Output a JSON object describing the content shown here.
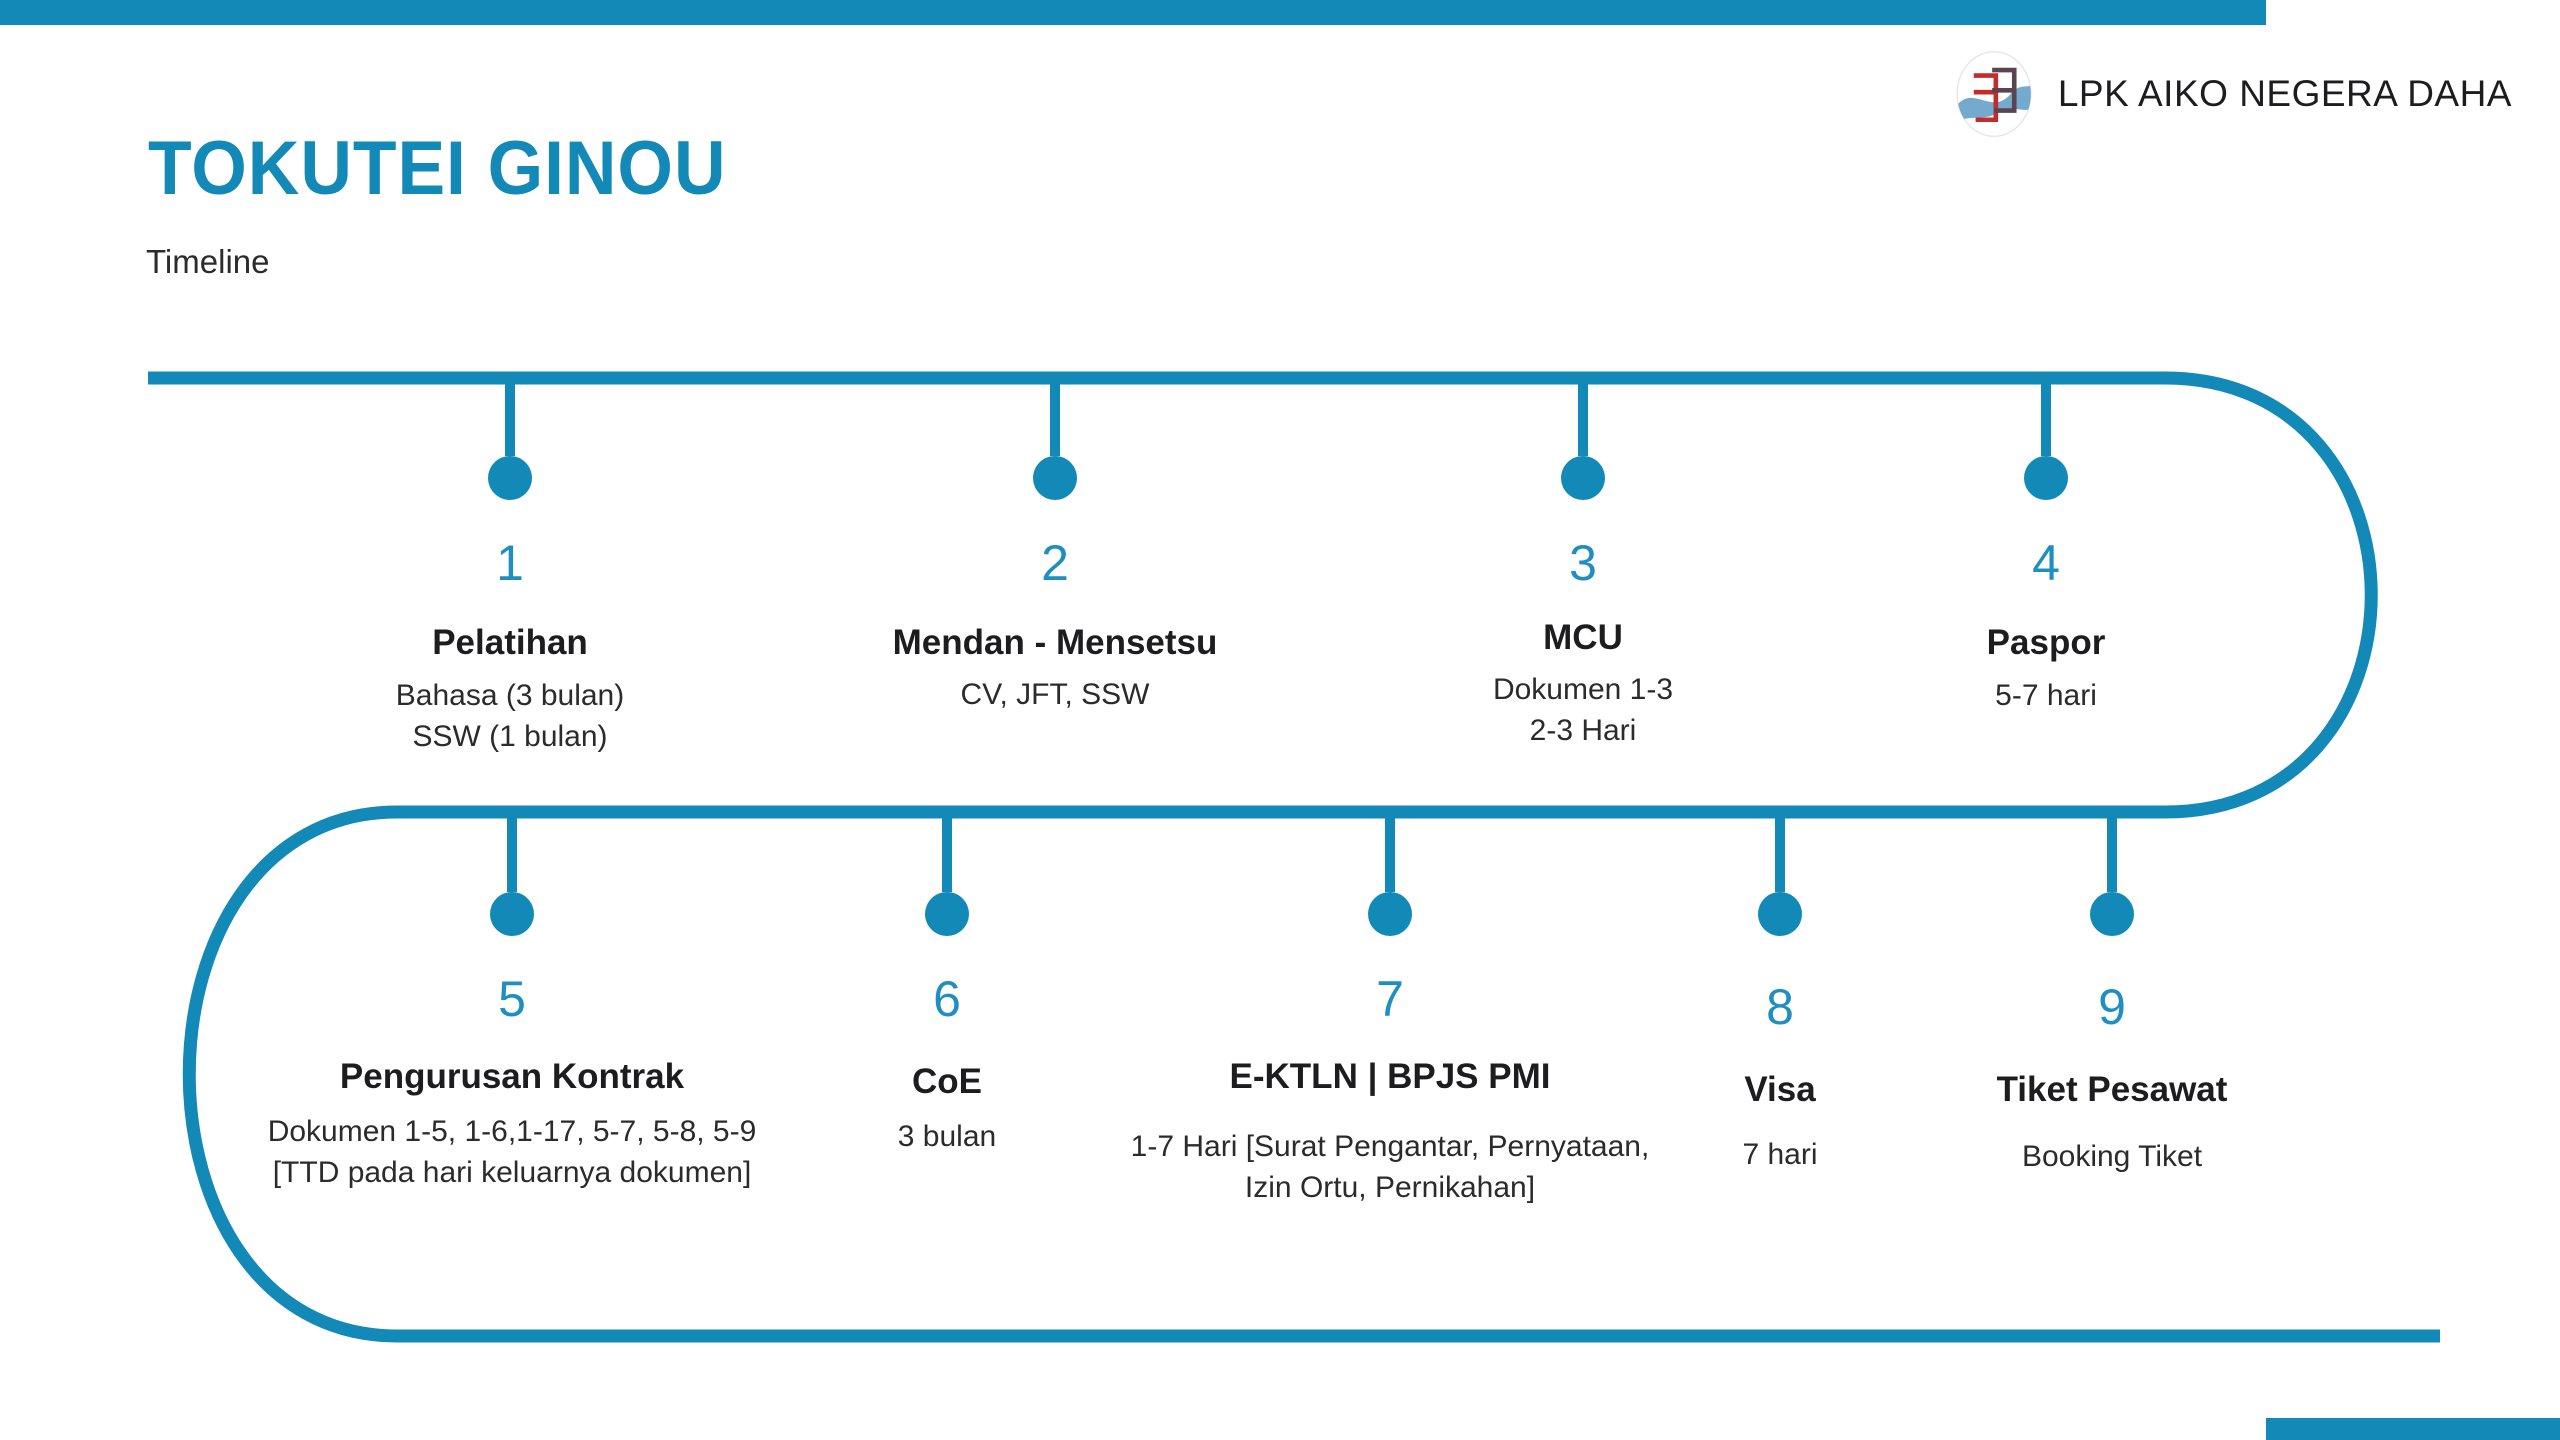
{
  "brand": {
    "name": "LPK AIKO NEGERA DAHA",
    "logo_icon": "circular-emblem-logo"
  },
  "header": {
    "title": "TOKUTEI GINOU",
    "subtitle": "Timeline"
  },
  "colors": {
    "accent": "#1289B6",
    "number": "#1E8FC0",
    "text": "#1d1d1f"
  },
  "timeline": {
    "steps": [
      {
        "number": "1",
        "title": "Pelatihan",
        "desc": "Bahasa (3 bulan)\nSSW (1 bulan)"
      },
      {
        "number": "2",
        "title": "Mendan - Mensetsu",
        "desc": "CV, JFT, SSW"
      },
      {
        "number": "3",
        "title": "MCU",
        "desc": "Dokumen 1-3\n2-3 Hari"
      },
      {
        "number": "4",
        "title": "Paspor",
        "desc": "5-7 hari"
      },
      {
        "number": "5",
        "title": "Pengurusan Kontrak",
        "desc": "Dokumen 1-5, 1-6,1-17, 5-7, 5-8, 5-9 [TTD pada hari keluarnya dokumen]"
      },
      {
        "number": "6",
        "title": "CoE",
        "desc": "3 bulan"
      },
      {
        "number": "7",
        "title": "E-KTLN | BPJS PMI",
        "desc": "1-7 Hari [Surat Pengantar, Pernyataan, Izin Ortu, Pernikahan]"
      },
      {
        "number": "8",
        "title": "Visa",
        "desc": "7 hari"
      },
      {
        "number": "9",
        "title": "Tiket Pesawat",
        "desc": "Booking Tiket"
      }
    ]
  }
}
